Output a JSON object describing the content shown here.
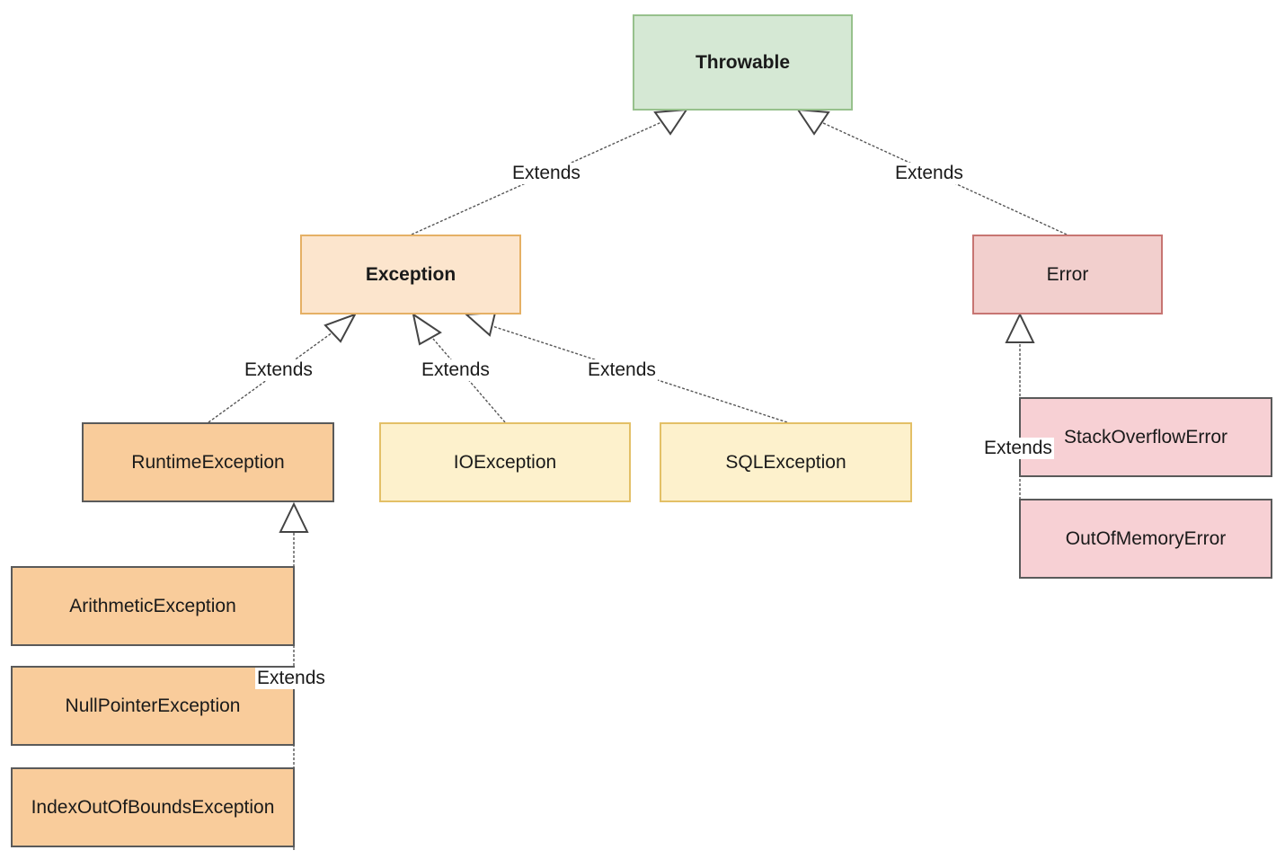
{
  "nodes": {
    "throwable": "Throwable",
    "exception": "Exception",
    "error": "Error",
    "runtime_exception": "RuntimeException",
    "io_exception": "IOException",
    "sql_exception": "SQLException",
    "arithmetic_exception": "ArithmeticException",
    "null_pointer_exception": "NullPointerException",
    "index_out_of_bounds_exception": "IndexOutOfBoundsException",
    "stack_overflow_error": "StackOverflowError",
    "out_of_memory_error": "OutOfMemoryError"
  },
  "edge_labels": {
    "exception_to_throwable": "Extends",
    "error_to_throwable": "Extends",
    "runtime_to_exception": "Extends",
    "io_to_exception": "Extends",
    "sql_to_exception": "Extends",
    "runtime_children": "Extends",
    "error_children": "Extends"
  },
  "colors": {
    "throwable_fill": "#d5e8d4",
    "exception_fill": "#fce5cd",
    "error_fill": "#f2cfcd",
    "runtime_fill": "#f9cc9b",
    "checked_fill": "#fdf1cc",
    "error_child_fill": "#f7d0d4",
    "edge": "#555555"
  }
}
